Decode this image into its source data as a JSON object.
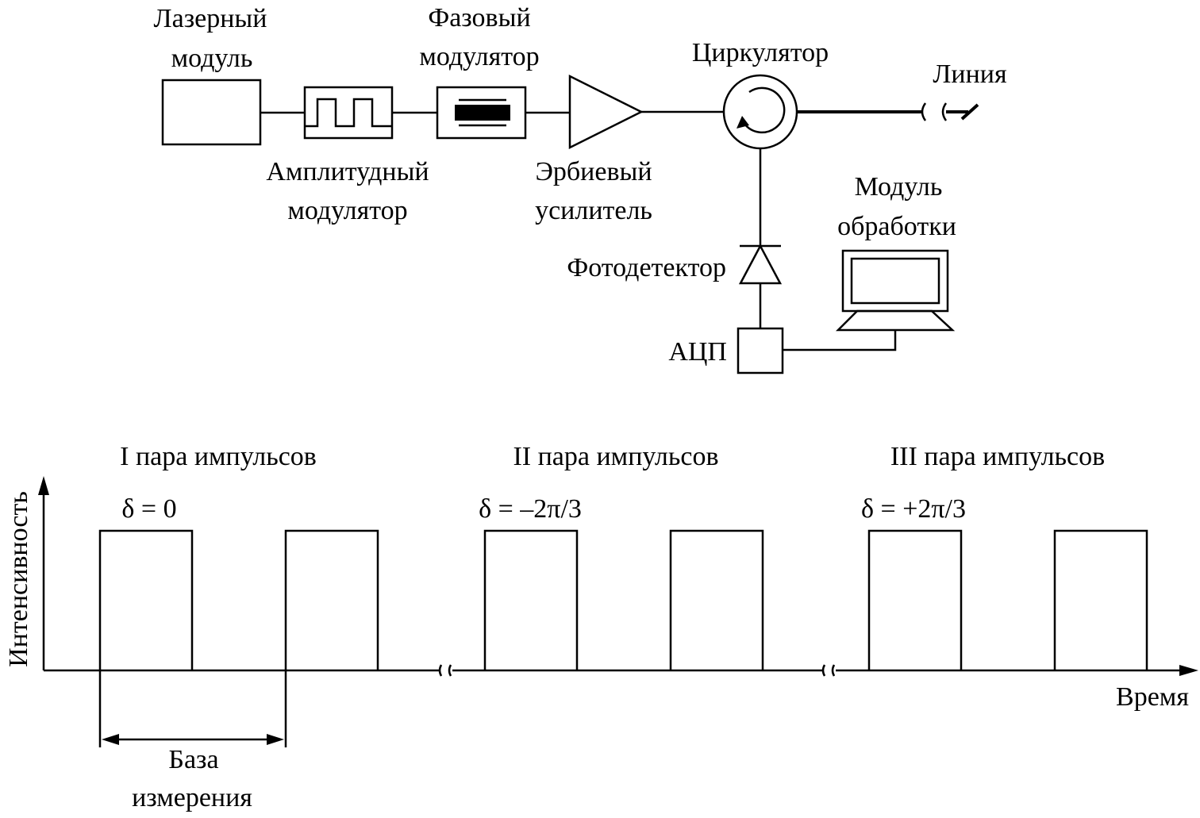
{
  "labels": {
    "laser_line1": "Лазерный",
    "laser_line2": "модуль",
    "ampmod_line1": "Амплитудный",
    "ampmod_line2": "модулятор",
    "phasemod_line1": "Фазовый",
    "phasemod_line2": "модулятор",
    "amplifier_line1": "Эрбиевый",
    "amplifier_line2": "усилитель",
    "circulator": "Циркулятор",
    "line": "Линия",
    "processing_line1": "Модуль",
    "processing_line2": "обработки",
    "photodetector": "Фотодетектор",
    "adc": "АЦП"
  },
  "plot": {
    "y_axis": "Интенсивность",
    "x_axis": "Время",
    "pairs": [
      {
        "title": "I пара импульсов",
        "delta": "δ = 0"
      },
      {
        "title": "II пара импульсов",
        "delta": "δ = –2π/3"
      },
      {
        "title": "III пара импульсов",
        "delta": "δ = +2π/3"
      }
    ],
    "base_line1": "База",
    "base_line2": "измерения"
  }
}
